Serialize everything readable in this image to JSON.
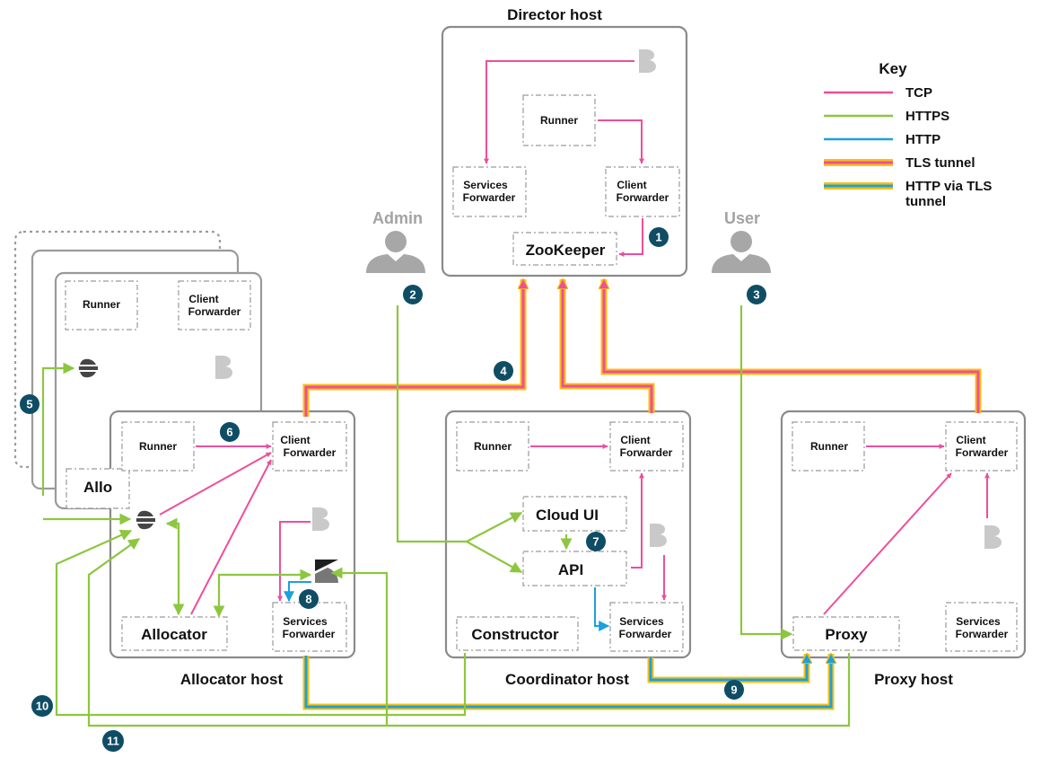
{
  "hosts": {
    "director": "Director host",
    "allocator": "Allocator host",
    "coordinator": "Coordinator host",
    "proxy": "Proxy host"
  },
  "components": {
    "runner": "Runner",
    "client_forwarder": [
      "Client",
      "Forwarder"
    ],
    "services_forwarder": [
      "Services",
      "Forwarder"
    ],
    "zookeeper": "ZooKeeper",
    "allocator": "Allocator",
    "allocator_clipped": "Allo",
    "cloud_ui": "Cloud UI",
    "api": "API",
    "constructor": "Constructor",
    "proxy": "Proxy"
  },
  "people": {
    "admin": "Admin",
    "user": "User"
  },
  "badges": [
    "1",
    "2",
    "3",
    "4",
    "5",
    "6",
    "7",
    "8",
    "9",
    "10",
    "11"
  ],
  "key": {
    "title": "Key",
    "items": [
      {
        "label": "TCP",
        "color": "#ee4e9a"
      },
      {
        "label": "HTTPS",
        "color": "#8dc63f"
      },
      {
        "label": "HTTP",
        "color": "#1ba1dc"
      },
      {
        "label": "TLS tunnel",
        "color": "#ee4e9a",
        "border": "#f9c012"
      },
      {
        "label": [
          "HTTP via TLS",
          "tunnel"
        ],
        "color": "#1ba1dc",
        "border": "#f9c012"
      }
    ]
  },
  "colors": {
    "tcp": "#ee4e9a",
    "https": "#8dc63f",
    "http": "#1ba1dc",
    "tunnel_border": "#f9c012",
    "badge": "#0e4d64",
    "host_border": "#8a8a8a"
  },
  "icons": {
    "beats": "beats-logo-icon",
    "elasticsearch": "elasticsearch-logo-icon",
    "kibana": "kibana-logo-icon",
    "person": "person-icon"
  }
}
